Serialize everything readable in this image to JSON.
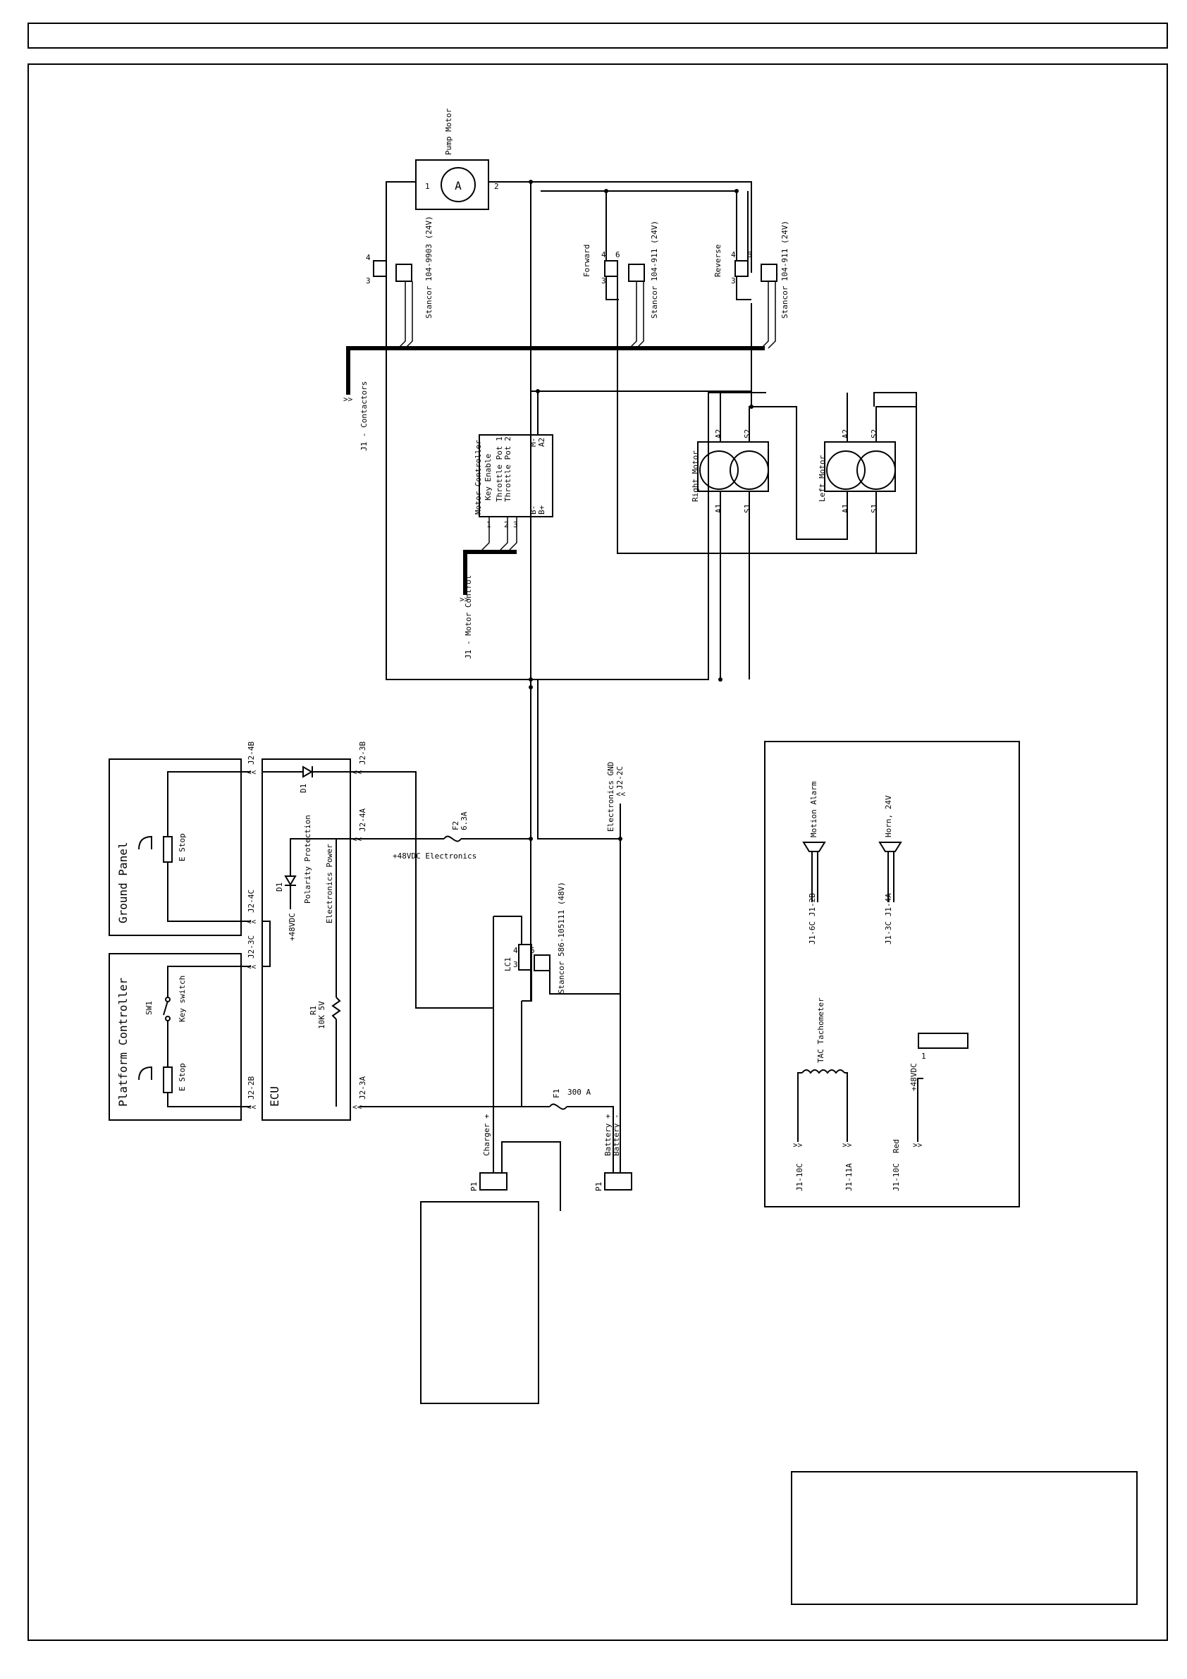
{
  "sheet": {
    "pump_motor": "Pump Motor",
    "pump_motor_symbol": "A",
    "pump_contactor": "Stancor 104-9903 (24V)",
    "forward_label": "Forward",
    "forward_contactor": "Stancor 104-911 (24V)",
    "reverse_label": "Reverse",
    "reverse_contactor": "Stancor 104-911 (24V)",
    "contactor_bus": "J1 - Contactors",
    "motor_controller": "Motor Controller",
    "key_enable": "Key Enable",
    "throttle_pot_1": "Throttle Pot 1",
    "throttle_pot_2": "Throttle Pot 2",
    "b_minus": "B-",
    "b_plus": "B+",
    "m_minus": "M-",
    "a2": "A2",
    "motor_control_bus": "J1 - Motor Control",
    "right_motor": "Right Motor",
    "left_motor": "Left Motor",
    "term_a2": "A2",
    "term_s2": "S2",
    "term_a1": "A1",
    "term_s1": "S1",
    "ground_panel": "Ground Panel",
    "platform_controller": "Platform Controller",
    "e_stop": "E Stop",
    "key_switch": "Key switch",
    "sw1": "SW1",
    "ecu": "ECU",
    "d1": "D1",
    "polarity_protection": "Polarity Protection",
    "electronics_power": "Electronics Power",
    "plus_48vdc": "+48VDC",
    "r1": "R1",
    "r1_value": "10K 5V",
    "j2_4b": "J2-4B",
    "j2_3b": "J2-3B",
    "j2_4a": "J2-4A",
    "j2_4c": "J2-4C",
    "j2_3c": "J2-3C",
    "j2_2b": "J2-2B",
    "j2_3a": "J2-3A",
    "f2": "F2",
    "f2_rating": "6.3A",
    "f1": "F1",
    "f1_rating": "300 A",
    "electronics_gnd": "Electronics GND",
    "j2_2c": "J2-2C",
    "mirrored_note": "+48VDC Electronics",
    "main_contactor": "Stancor 586-105111 (48V)",
    "lc1": "LC1",
    "charger": "Charger +",
    "battery": "Battery +",
    "battery_minus": "Battery -",
    "p1": "P1",
    "motion_alarm": "Motion Alarm",
    "horn": "Horn, 24V",
    "motion_alarm_pins": "J1-6C J1-2B",
    "horn_pins": "J1-3C J1-4A",
    "tach_label": "TAC Tachometer",
    "tach_pin_a": "J1-10C",
    "tach_pin_b": "J1-11A",
    "plus_48vdc_b": "+48VDC",
    "one": "1",
    "j1_10c": "J1-10C",
    "red": "Red"
  }
}
